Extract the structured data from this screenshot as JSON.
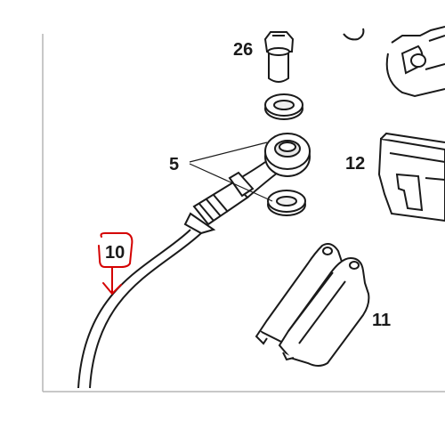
{
  "diagram": {
    "callouts": {
      "banjo_bolt": "26",
      "banjo_fitting": "5",
      "brake_line": "10",
      "pad_spring": "12",
      "brake_pads": "11"
    },
    "colors": {
      "line_art": "#1a1a1a",
      "border": "#b0b0b0",
      "annotation": "#d40000",
      "background": "#ffffff"
    },
    "annotation": {
      "marked_part": "10",
      "style": "hand-drawn red circle with downward arrow"
    }
  }
}
